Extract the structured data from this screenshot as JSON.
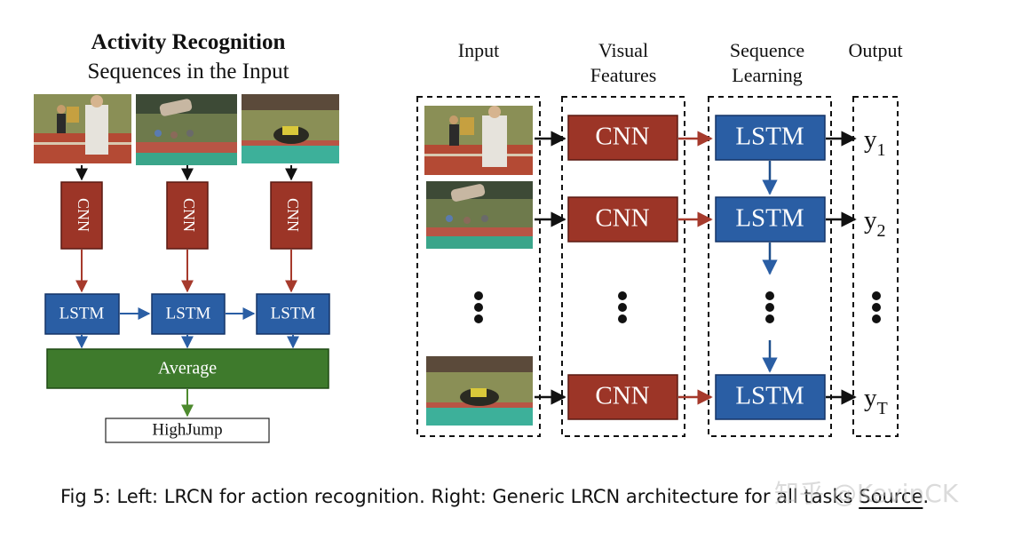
{
  "left": {
    "title": "Activity Recognition",
    "subtitle": "Sequences in the Input",
    "cnn_label": "CNN",
    "lstm_label": "LSTM",
    "average_label": "Average",
    "output_label": "HighJump"
  },
  "right": {
    "headers": {
      "input": "Input",
      "visual": [
        "Visual",
        "Features"
      ],
      "sequence": [
        "Sequence",
        "Learning"
      ],
      "output": "Output"
    },
    "cnn_label": "CNN",
    "lstm_label": "LSTM",
    "outputs": [
      {
        "base": "y",
        "sub": "1"
      },
      {
        "base": "y",
        "sub": "2"
      },
      {
        "base": "y",
        "sub": "T"
      }
    ]
  },
  "colors": {
    "cnn": "#9c3527",
    "lstm": "#2a5ea4",
    "average": "#3e7a2c",
    "cnn_arrow": "#a63a2c",
    "lstm_arrow": "#2a5ea4",
    "avg_arrow": "#4d8a2e"
  },
  "caption": {
    "text": "Fig 5: Left: LRCN for action recognition. Right: Generic LRCN architecture for all tasks ",
    "link": "Source",
    "end": "."
  },
  "watermark": "知乎 @KevinCK"
}
